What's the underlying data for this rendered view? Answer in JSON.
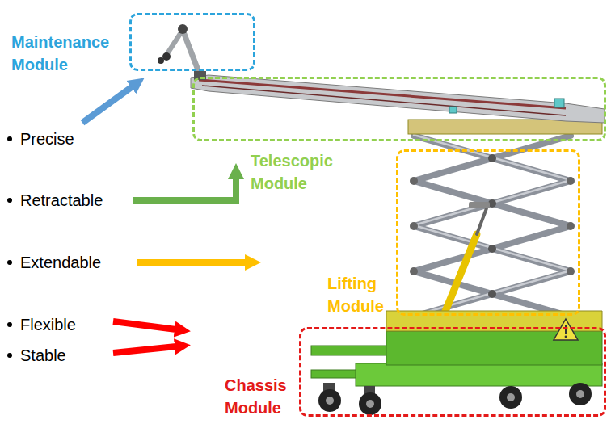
{
  "diagram": {
    "nodes": [
      {
        "text": [
          "Maintenance Module"
        ]
      },
      {
        "text": [
          "Telescopic Module"
        ]
      },
      {
        "text": [
          "Lifting Module"
        ]
      },
      {
        "text": [
          "Chassis Module"
        ]
      }
    ],
    "labels": [
      "Precise",
      "Retractable",
      "Extendable",
      "Flexible",
      "Stable"
    ]
  }
}
